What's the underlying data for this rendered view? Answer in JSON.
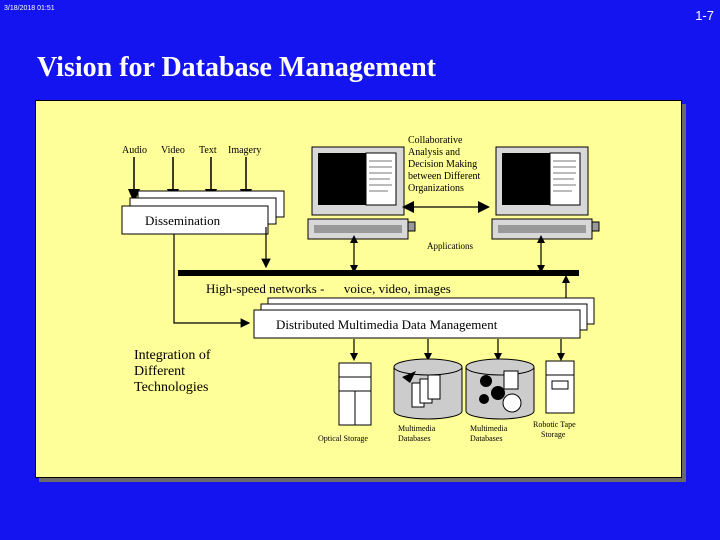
{
  "header": {
    "timestamp": "3/18/2018 01:51",
    "page_number": "1-7",
    "title": "Vision for Database Management"
  },
  "diagram": {
    "inputs": [
      "Audio",
      "Video",
      "Text",
      "Imagery"
    ],
    "dissemination": "Dissemination",
    "collaborative": [
      "Collaborative",
      "Analysis and",
      "Decision Making",
      "between Different",
      "Organizations"
    ],
    "applications": "Applications",
    "network": "High-speed networks -      voice, video, images",
    "ddm": "Distributed Multimedia Data Management",
    "integration": [
      "Integration of",
      "Different",
      "Technologies"
    ],
    "storage": {
      "optical": "Optical Storage",
      "mm1": [
        "Multimedia",
        "Databases"
      ],
      "mm2": [
        "Multimedia",
        "Databases"
      ],
      "robotic": [
        "Robotic Tape",
        "Storage"
      ]
    }
  },
  "colors": {
    "background": "#1414f0",
    "panel": "#ffff99"
  }
}
